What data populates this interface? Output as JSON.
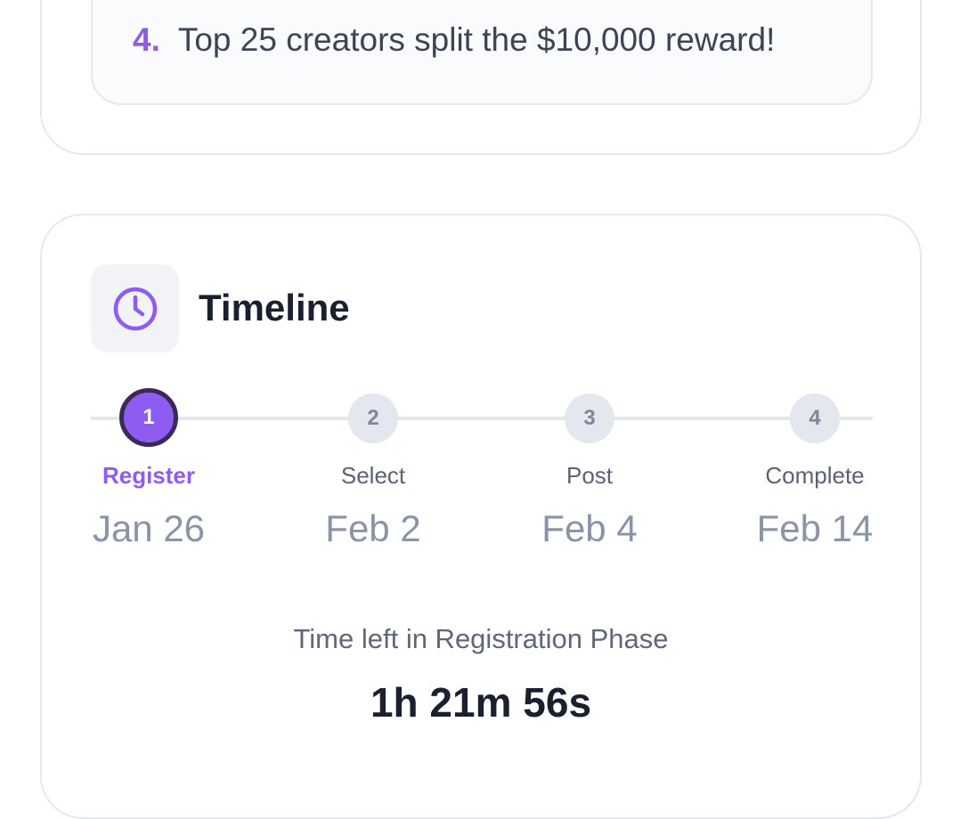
{
  "rules": {
    "item4": {
      "number": "4.",
      "text": "Top 25 creators split the $10,000 reward!"
    }
  },
  "timeline": {
    "title": "Timeline",
    "icon": "clock-icon",
    "accent_color": "#8e5cf0",
    "steps": [
      {
        "number": "1",
        "label": "Register",
        "date": "Jan 26",
        "active": true
      },
      {
        "number": "2",
        "label": "Select",
        "date": "Feb 2",
        "active": false
      },
      {
        "number": "3",
        "label": "Post",
        "date": "Feb 4",
        "active": false
      },
      {
        "number": "4",
        "label": "Complete",
        "date": "Feb 14",
        "active": false
      }
    ],
    "time_left_label": "Time left in Registration Phase",
    "countdown": "1h 21m 56s"
  }
}
